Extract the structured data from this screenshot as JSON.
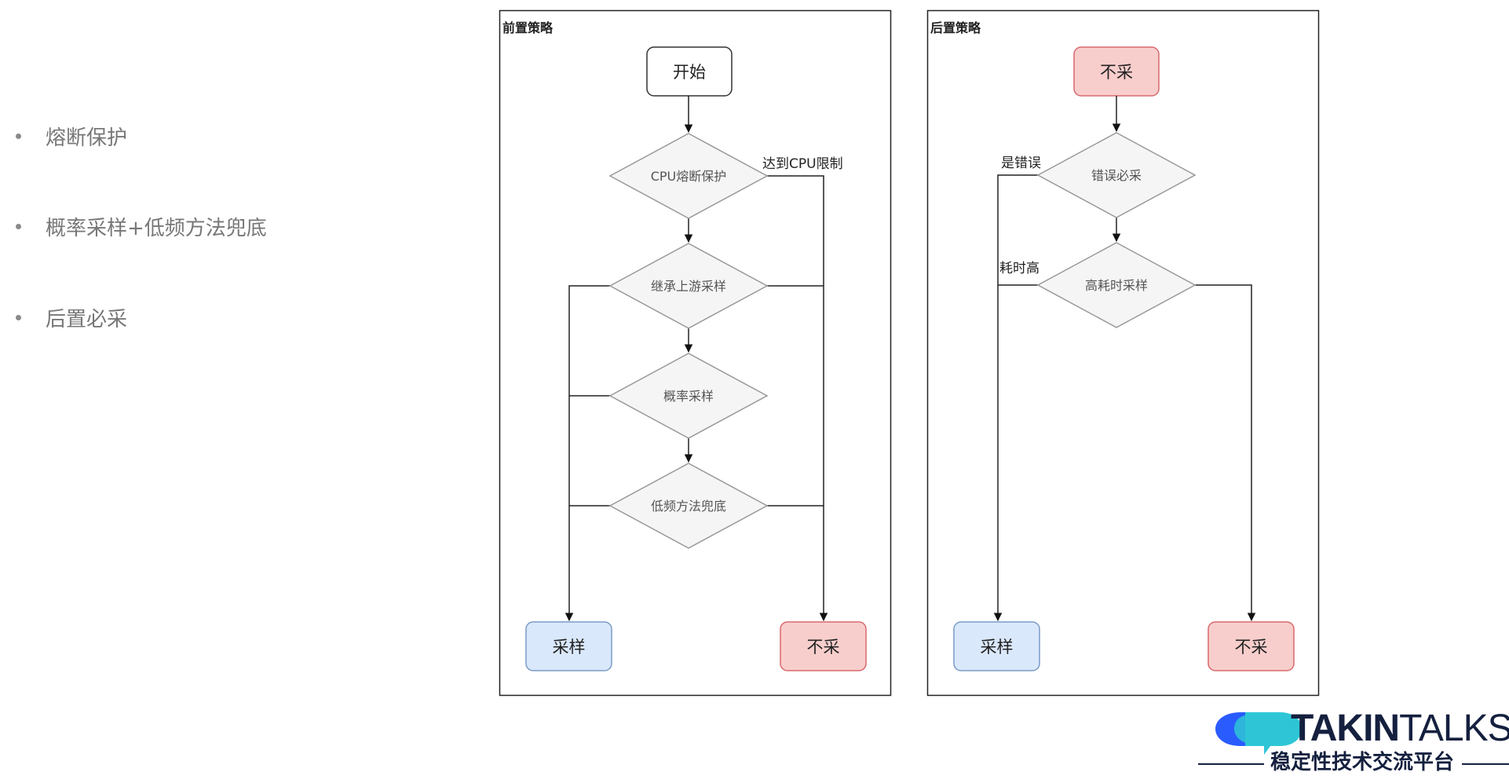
{
  "bullets": [
    {
      "text": "熔断保护"
    },
    {
      "text": "概率采样+低频方法兜底"
    },
    {
      "text": "后置必采"
    }
  ],
  "colors": {
    "sample_fill": "#dae8fc",
    "sample_stroke": "#7b9bc7",
    "nosample_fill": "#f8cecc",
    "nosample_stroke": "#d9686c",
    "decision_fill": "#f5f5f5",
    "decision_stroke": "#999999",
    "start_fill": "#ffffff",
    "start_stroke": "#333333",
    "logo_blue": "#2a5bff",
    "logo_cyan": "#2ec6d6",
    "logo_navy": "#15203f"
  },
  "pre_strategy": {
    "title": "前置策略",
    "start": "开始",
    "decisions": [
      "CPU熔断保护",
      "继承上游采样",
      "概率采样",
      "低频方法兜底"
    ],
    "edge_label_cpu": "达到CPU限制",
    "outcome_sample": "采样",
    "outcome_nosample": "不采"
  },
  "post_strategy": {
    "title": "后置策略",
    "start": "不采",
    "decisions": [
      "错误必采",
      "高耗时采样"
    ],
    "edge_label_error": "是错误",
    "edge_label_slow": "耗时高",
    "outcome_sample": "采样",
    "outcome_nosample": "不采"
  },
  "logo": {
    "brand_bold": "TAKIN",
    "brand_light": "TALKS",
    "subtitle": "稳定性技术交流平台"
  }
}
